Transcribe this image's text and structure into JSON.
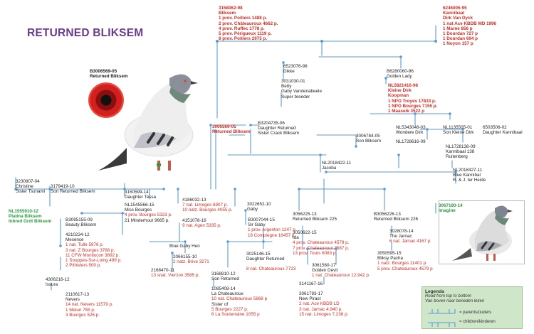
{
  "title": "RETURNED BLIKSEM",
  "colors": {
    "line": "#5b9bd5",
    "red": "#d42a20",
    "green": "#2a9a3c",
    "title": "#6b3a8e",
    "legend_bg": "#cfe6c8"
  },
  "main_pigeon": {
    "ring": "B3006569-05",
    "name": "Returned Bliksem"
  },
  "sire": {
    "ring": "3158062-98",
    "name": "Bliksem",
    "results": [
      "1 prov. Poitiers 1488 p.",
      "2 prov. Châteauroux 4662 p.",
      "4 prov. Ruffec 1778 p.",
      "5 prov. Périgueux 1119 p.",
      "8 prov. Poitiers 2975 p."
    ]
  },
  "kannibaal": {
    "ring": "6246005-95",
    "name": "Kannibaal",
    "breeder": "Dirk Van Dyck",
    "results": [
      "1 nat Ace KBDB MD 1996",
      "1 Marne 856 p",
      "1 Dourdan 727 p",
      "1 Dourdan 694 p",
      "1 Noyon 157 p"
    ]
  },
  "dikke": {
    "ring": "6523076-98",
    "name": "Dikke"
  },
  "betty": {
    "ring": "3031030-01",
    "name": "Betty",
    "lines": [
      "Gaby Vandenabeele",
      "Super breeder"
    ]
  },
  "golden_lady": {
    "ring": "B6280060-96",
    "name": "Golden Lady"
  },
  "kleine_dirk": {
    "ring": "NL5821416-98",
    "name": "Kleine Dirk",
    "sub": "Koopman",
    "results": [
      "1 NPO Troyes 17833 p.",
      "1 NPO Bourges 7155 p.",
      "1 Maaseik 3522 p"
    ]
  },
  "wondere_dirk": {
    "ring": "NL5343048-03",
    "name": "Wondere Dirk"
  },
  "wondere_dirk_ring2": "NL1728616-09",
  "son_kleine_dirk": {
    "ring": "NL1135505-01",
    "name": "Son Kleine Dirk"
  },
  "dau_kannibaal": {
    "ring": "6503506-02",
    "name": "Daughter Kannibaal"
  },
  "returned_bliksem_center": {
    "ring": "3006569-05",
    "name": "Returned Bliksem"
  },
  "dau_returned": {
    "ring": "B3204735-06",
    "name": "Daughter Returned",
    "sub": "Sister Crack Bliksem"
  },
  "son_bliksem": {
    "ring": "3006784-05",
    "name": "Son Bliksem"
  },
  "kannibaal_138": {
    "ring": "NL1728138-09",
    "name": "Kannibaal 138",
    "sub": "Ruitenberg"
  },
  "jacoba": {
    "ring": "NL2018422-11",
    "name": "Jacoba"
  },
  "blue_kannibal": {
    "ring": "NL2018427-11",
    "name": "Blue Kannibal",
    "sub": "R. & J. ter Heide"
  },
  "imagine": {
    "ring": "3067180-14",
    "name": "Imagine"
  },
  "christine": {
    "ring": "3230807-04",
    "name": "Christine",
    "sub": "Sister Tsunami"
  },
  "son_returned": {
    "ring": "3179419-10",
    "name": "Son Returned Bliksem"
  },
  "platina": {
    "ring": "NL1555910-12",
    "name": "Platina Bliksem",
    "sub": "Inbred Grdt Bliksem"
  },
  "tessa": {
    "ring": "3150599-14",
    "name": "Daughter Tessa"
  },
  "miss_bourges": {
    "ring": "NL1545566-15",
    "name": "Miss Bourges",
    "results": [
      "4 prov. Bourges 5323 p."
    ],
    "extra": "21 Minderhout 9665 p."
  },
  "beauty": {
    "ring": "B3095155-09",
    "name": "Beauty Bliksem"
  },
  "mexence": {
    "ring": "4210234-12",
    "name": "Mexence",
    "results": [
      "1 nat. Tulle 5976 p.",
      "3 nat. Z Bourges 3788 p.",
      "11 CFW Montlucon 3892 p.",
      "1 Souppes-Sur-Loing 499 p.",
      "2 Pithiviers 500 p."
    ]
  },
  "issura": {
    "ring": "4306216-12",
    "name": "Issura"
  },
  "nevers": {
    "ring": "2110617-13",
    "name": "Nevers",
    "results": [
      "14 nat. Nevers 11579 p.",
      "1 Melun 755 p.",
      "3 Bourges 526 p."
    ]
  },
  "r4186032": {
    "ring": "4186032-13",
    "results": [
      "7 nat. Limoges 6907 p.",
      "10 natz. Bourges 4055 p."
    ]
  },
  "r4151078": {
    "ring": "4151078-16",
    "results": [
      "9 nat. Agen 5335 p."
    ]
  },
  "blue_gaby_hen": {
    "name": "Blue Gaby Hen"
  },
  "r2066155": {
    "ring": "2066155-10",
    "results": [
      "2 natz. Brive 3271"
    ]
  },
  "r2168470": {
    "ring": "2168470-11",
    "results": [
      "13 snat. Vierzon 3585 p."
    ]
  },
  "gaby": {
    "ring": "3022652-10",
    "name": "Gaby"
  },
  "sir_gaby": {
    "ring": "B3007044-15",
    "name": "Sir Gaby",
    "results": [
      "1 prov. Argenton 1247 p.",
      "16 Compiegne 16457 p."
    ]
  },
  "dau_returned2": {
    "ring": "3025146-15",
    "name": "Daughter Returned",
    "results": [
      "8 nat. Chateauroux 7723"
    ]
  },
  "son_returned2": {
    "ring": "3168810-12",
    "name": "Son Returned"
  },
  "la_chateauroux": {
    "ring": "1085408-14",
    "name": "La Chateauroux",
    "results": [
      "10 nat. Chateauroux 5868 p"
    ],
    "sub": "Sister of",
    "results2": [
      "5 Bourges 2227 p.",
      "6 La Souterraine 1055 p"
    ]
  },
  "returned_225": {
    "ring": "3056225-13",
    "name": "Returned Bliksem 225"
  },
  "ida": {
    "ring": "3050622-15",
    "name": "Ida",
    "results": [
      "4 prov. Chateauroux 4579 p.",
      "7 prov. Chateauroux 2587 p.",
      "13 prov. Tours 6083 p."
    ]
  },
  "golden_devil": {
    "ring": "3061560-17",
    "name": "Golden Devil",
    "results": [
      "1 nat. Chateauroux 12,942 p."
    ]
  },
  "r3141167": {
    "ring": "3141167-16"
  },
  "new_pirast": {
    "ring": "3061793-17",
    "name": "New Pirast",
    "results": [
      "2 nat. Ace KBDB LD",
      "3 nat. Jarnac 4,940 p.",
      "15 nat. Limoges 7,236 p."
    ]
  },
  "returned_226": {
    "ring": "B3056226-13",
    "name": "Returned Bliksem 226"
  },
  "jarnac": {
    "ring": "3028078-14",
    "name": "The Jarnac",
    "results": [
      "6 nat. Jarnac 4167 p"
    ]
  },
  "bliksy": {
    "ring": "3050595-15",
    "name": "Bliksy Pacha",
    "results": [
      "1 natz. Bourges 11401 p.",
      "5 prov. Chateauroux 4579 p"
    ]
  },
  "legend": {
    "title": "Legenda",
    "line1": "Read from top to bottom",
    "line2": "Van boven naar beneden lezen",
    "parents": "= parents/ouders",
    "children": "= children/kinderen"
  }
}
